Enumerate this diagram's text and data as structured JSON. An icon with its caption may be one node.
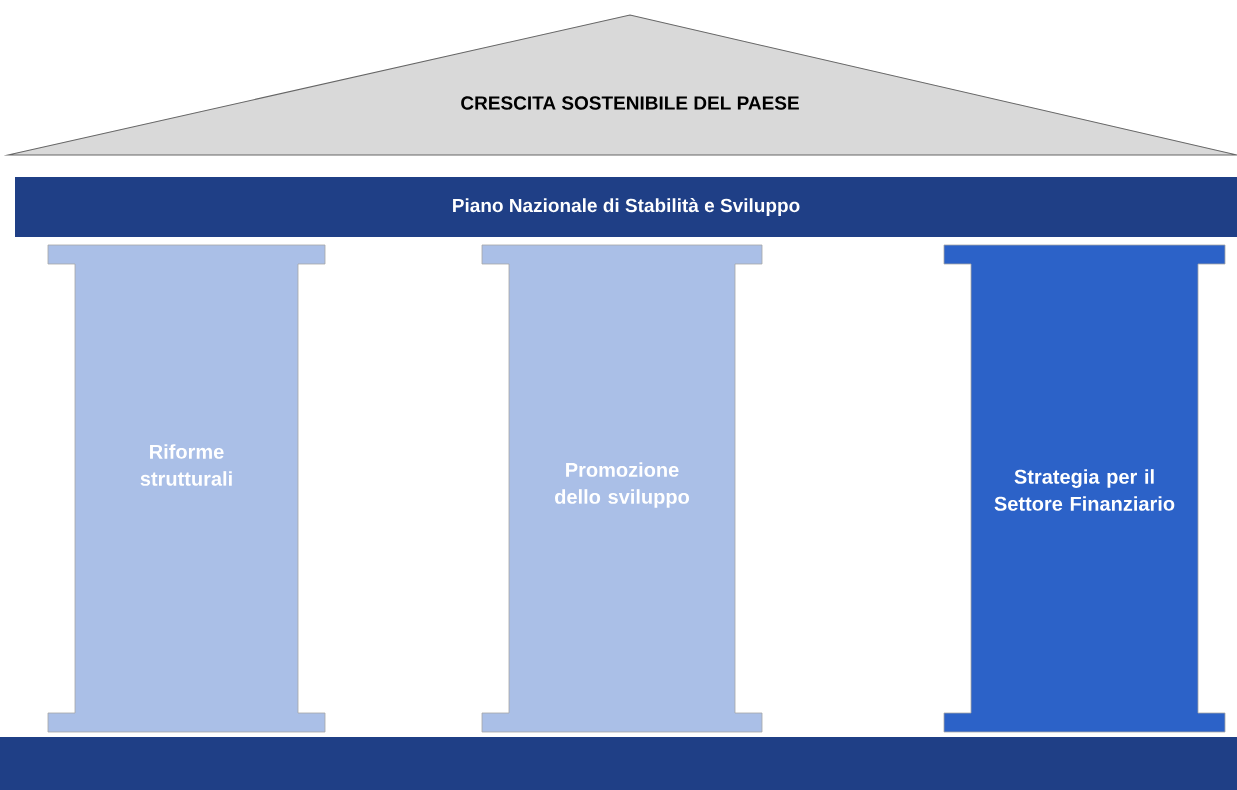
{
  "diagram": {
    "nodes": [
      {
        "text": [
          "CRESCITA SOSTENIBILE DEL PAESE"
        ]
      },
      {
        "text": [
          "Piano Nazionale di Stabilità e Sviluppo"
        ]
      },
      {
        "text": [
          "Riforme strutturali"
        ]
      },
      {
        "text": [
          "Promozione dello sviluppo"
        ]
      },
      {
        "text": [
          "Strategia per il Settore Finanziario"
        ]
      },
      {
        "text": [],
        "shape": "bar"
      }
    ]
  }
}
